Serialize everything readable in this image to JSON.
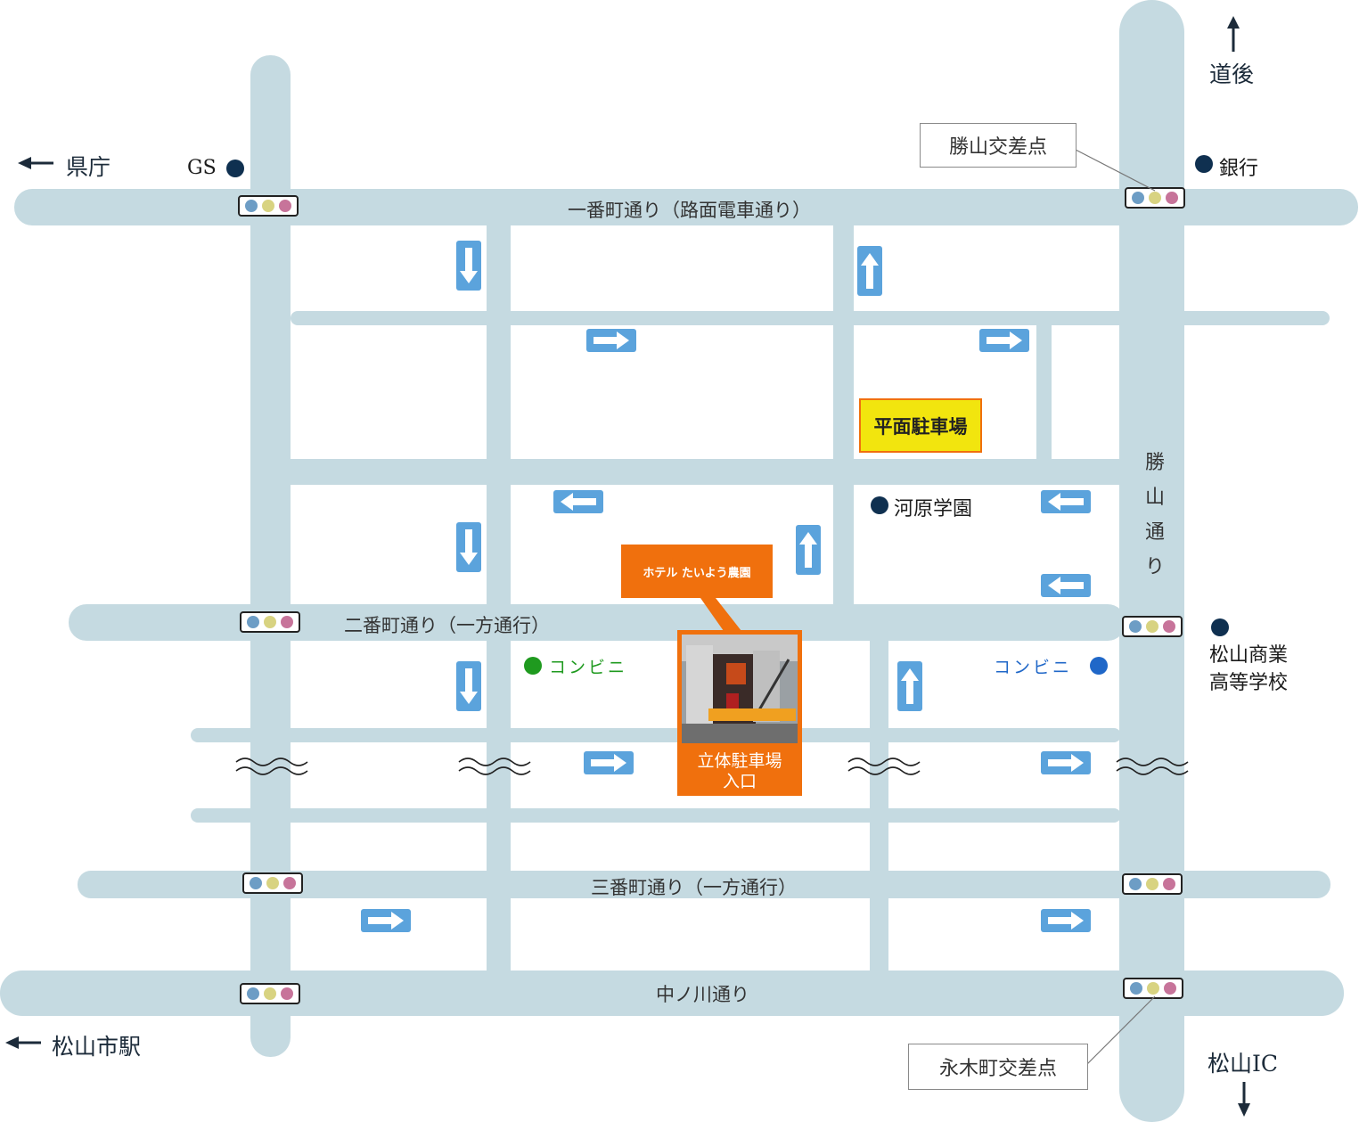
{
  "roads": {
    "ichibancho": "一番町通り（路面電車通り）",
    "nibancho": "二番町通り（一方通行）",
    "sanbancho": "三番町通り（一方通行）",
    "nakanokawa": "中ノ川通り",
    "katsuyama": "勝\n山\n通\nり"
  },
  "directions": {
    "dogo": "道後",
    "kencho": "県庁",
    "matsuyama_station": "松山市駅",
    "matsuyama_ic": "松山IC"
  },
  "intersections": {
    "katsuyama": "勝山交差点",
    "nagikicho": "永木町交差点"
  },
  "poi": {
    "gs": "GS",
    "bank": "銀行",
    "kawahara": "河原学園",
    "conveni_left": "コンビニ",
    "conveni_right": "コンビニ",
    "school": "松山商業\n高等学校"
  },
  "parking": {
    "flat": "平面駐車場",
    "multi": "立体駐車場\n入口"
  },
  "hotel": {
    "name": "ホテル たいよう農園"
  },
  "colors": {
    "road": "#c5dae1",
    "arrow": "#5ba3dc",
    "hotel": "#f0700d",
    "parking_yellow": "#f2e50e",
    "dot_navy": "#0f3050",
    "conveni_green": "#1f9a1f",
    "conveni_blue": "#1f67c8",
    "signal_blue": "#6d9dc5",
    "signal_yellow": "#d8d381",
    "signal_pink": "#c7749a"
  },
  "icons": {
    "one_way_arrow": "arrow-icon",
    "traffic_signal": "traffic-signal-icon",
    "direction_arrow": "direction-arrow-icon",
    "wave_break": "wave-break-icon",
    "hotel_photo": "building-photo-icon"
  }
}
